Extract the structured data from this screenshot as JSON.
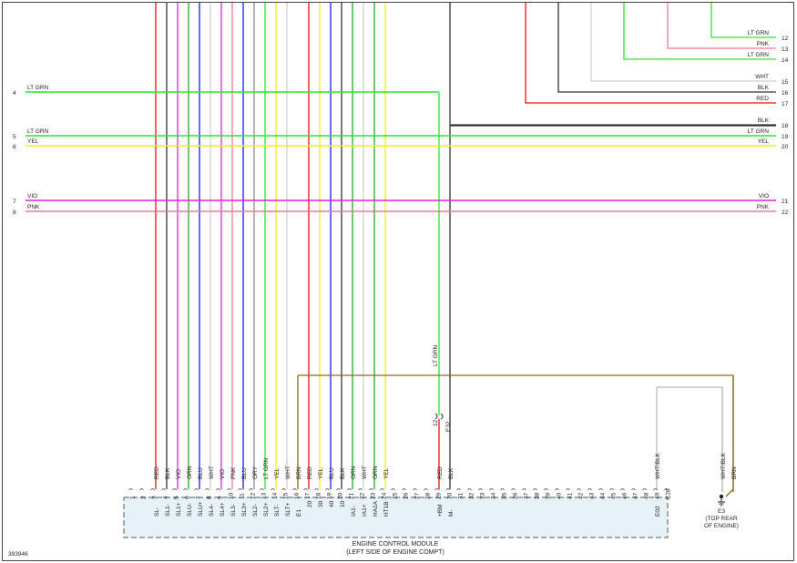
{
  "diagram_id": "393946",
  "colors": {
    "RED": "#ee1111",
    "BLK": "#333333",
    "VIO": "#e020e0",
    "GRN": "#22aa22",
    "BLU": "#1a1aee",
    "WHT": "#cfcfcf",
    "PNK": "#f07890",
    "GRY": "#8a8a8a",
    "LT GRN": "#2ee62e",
    "YEL": "#f2f20a",
    "BRN": "#8a6d10",
    "WHT/BLK": "#bbbbbb"
  },
  "left_wires": [
    {
      "num": "4",
      "color": "LT GRN"
    },
    {
      "num": "5",
      "color": "LT GRN"
    },
    {
      "num": "6",
      "color": "YEL"
    },
    {
      "num": "7",
      "color": "VIO"
    },
    {
      "num": "8",
      "color": "PNK"
    }
  ],
  "right_wires": [
    {
      "num": "12",
      "color": "LT GRN"
    },
    {
      "num": "13",
      "color": "PNK"
    },
    {
      "num": "14",
      "color": "LT GRN"
    },
    {
      "num": "15",
      "color": "WHT"
    },
    {
      "num": "16",
      "color": "BLK"
    },
    {
      "num": "17",
      "color": "RED"
    },
    {
      "num": "18",
      "color": "BLK"
    },
    {
      "num": "19",
      "color": "LT GRN"
    },
    {
      "num": "20",
      "color": "YEL"
    },
    {
      "num": "21",
      "color": "VIO"
    },
    {
      "num": "22",
      "color": "PNK"
    }
  ],
  "vertical_wires": [
    {
      "color": "RED",
      "pin": "3",
      "signal": "SL-"
    },
    {
      "color": "BLK",
      "pin": "4",
      "signal": "SL1-"
    },
    {
      "color": "VIO",
      "pin": "5",
      "signal": "SL1+"
    },
    {
      "color": "GRN",
      "pin": "6",
      "signal": "SLU-"
    },
    {
      "color": "BLU",
      "pin": "7",
      "signal": "SLU+"
    },
    {
      "color": "WHT",
      "pin": "8",
      "signal": "SL4-"
    },
    {
      "color": "VIO",
      "pin": "9",
      "signal": "SL4+"
    },
    {
      "color": "PNK",
      "pin": "10",
      "signal": "SL3-"
    },
    {
      "color": "BLU",
      "pin": "11",
      "signal": "SL3+"
    },
    {
      "color": "GRY",
      "pin": "12",
      "signal": "SL2-"
    },
    {
      "color": "LT GRN",
      "pin": "13",
      "signal": "SL2+"
    },
    {
      "color": "YEL",
      "pin": "14",
      "signal": "SLT-"
    },
    {
      "color": "WHT",
      "pin": "15",
      "signal": "SLT+"
    },
    {
      "color": "BRN",
      "pin": "16",
      "signal": "E1"
    },
    {
      "color": "RED",
      "pin": "17",
      "signal": ""
    },
    {
      "color": "YEL",
      "pin": "18",
      "signal": ""
    },
    {
      "color": "BLU",
      "pin": "19",
      "signal": ""
    },
    {
      "color": "BLK",
      "pin": "20",
      "signal": ""
    },
    {
      "color": "GRN",
      "pin": "21",
      "signal": "IA1-"
    },
    {
      "color": "WHT",
      "pin": "22",
      "signal": "IA1+"
    },
    {
      "color": "GRN",
      "pin": "23",
      "signal": "HA1A"
    },
    {
      "color": "YEL",
      "pin": "24",
      "signal": "HT1B"
    },
    {
      "color": "RED",
      "pin": "29",
      "signal": "+BM"
    },
    {
      "color": "BLK",
      "pin": "30",
      "signal": "M-"
    },
    {
      "color": "WHT/BLK",
      "pin": "49",
      "signal": "E02"
    },
    {
      "color": "WHT/BLK",
      "pin": "",
      "signal": ""
    },
    {
      "color": "BRN",
      "pin": "",
      "signal": ""
    }
  ],
  "pins_top": [
    "1",
    "2",
    "3",
    "4",
    "5",
    "6",
    "7",
    "8",
    "9",
    "10",
    "11",
    "12",
    "13",
    "14",
    "15",
    "16",
    "17",
    "18",
    "19",
    "20",
    "21",
    "22",
    "23",
    "24",
    "25",
    "26",
    "27",
    "28",
    "29",
    "30",
    "31",
    "32",
    "33",
    "34",
    "35",
    "36",
    "37",
    "38",
    "39",
    "40",
    "41",
    "42",
    "43",
    "44",
    "45",
    "46",
    "47",
    "48",
    "49",
    "E28"
  ],
  "pins_bottom": [
    "20",
    "30",
    "40",
    "10"
  ],
  "connector_lt_grn": "LT GRN",
  "connector_12": "12",
  "connector_e32": "E32",
  "ground": {
    "id": "E3",
    "line1": "(TOP REAR",
    "line2": "OF ENGINE)"
  },
  "ecm": {
    "line1": "ENGINE CONTROL MODULE",
    "line2": "(LEFT SIDE OF ENGINE COMPT)"
  }
}
